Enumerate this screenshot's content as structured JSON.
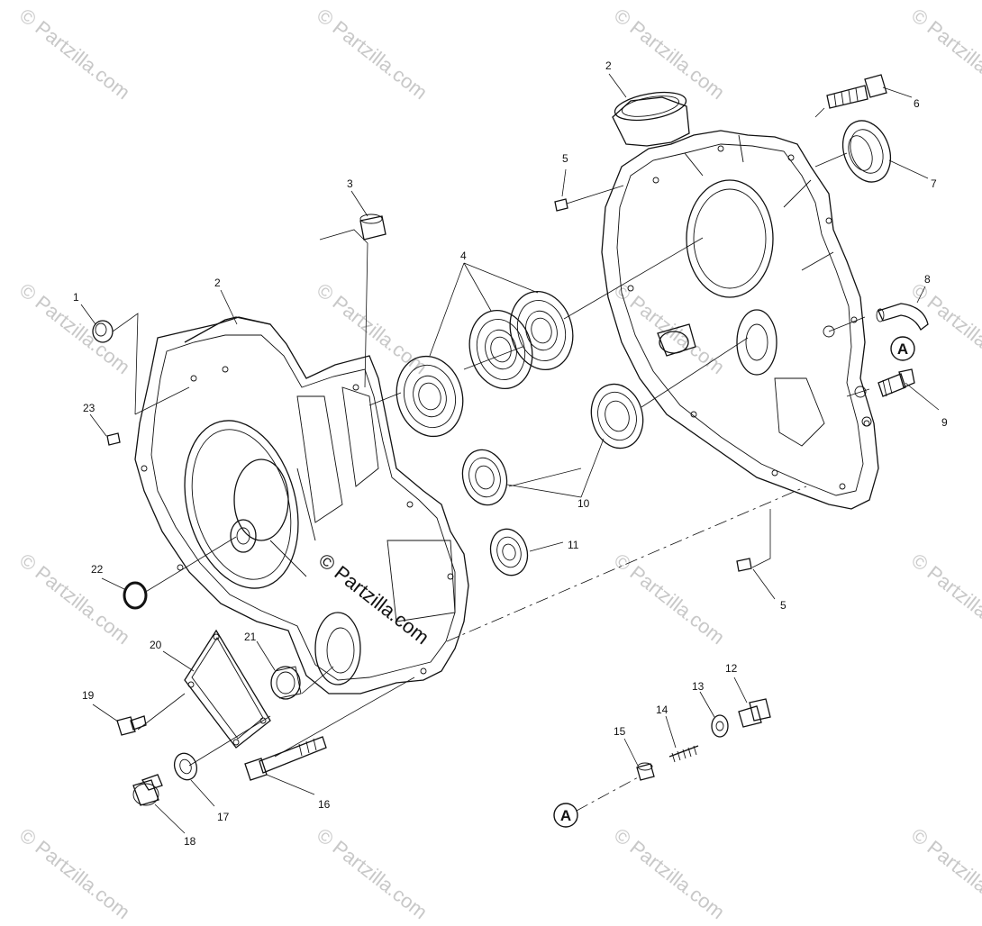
{
  "watermark": {
    "text": "© Partzilla.com",
    "center_text": "© Partzilla.com"
  },
  "callouts": {
    "c1": "1",
    "c2a": "2",
    "c2b": "2",
    "c3": "3",
    "c4": "4",
    "c5a": "5",
    "c5b": "5",
    "c6": "6",
    "c7": "7",
    "c8": "8",
    "c9": "9",
    "c10": "10",
    "c11": "11",
    "c12": "12",
    "c13": "13",
    "c14": "14",
    "c15": "15",
    "c16": "16",
    "c17": "17",
    "c18": "18",
    "c19": "19",
    "c20": "20",
    "c21": "21",
    "c22": "22",
    "c23": "23"
  },
  "refs": {
    "a1": "A",
    "a2": "A"
  }
}
